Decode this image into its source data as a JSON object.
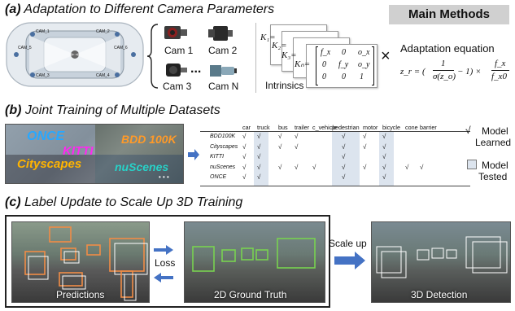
{
  "section_a": {
    "title_letter": "(a)",
    "title_text": "Adaptation to Different Camera Parameters",
    "badge": "Main Methods",
    "cams": [
      "Cam 1",
      "Cam 2",
      "Cam 3",
      "Cam N"
    ],
    "ellipsis": "...",
    "car_cam_labels": [
      "CAM_1",
      "CAM_2",
      "CAM_3",
      "CAM_4",
      "CAM_5",
      "CAM_6"
    ],
    "k_labels": [
      "K₁=",
      "K₂=",
      "K₃=",
      "Kₙ="
    ],
    "matrix": [
      [
        "f_x",
        "0",
        "o_x"
      ],
      [
        "0",
        "f_y",
        "o_y"
      ],
      [
        "0",
        "0",
        "1"
      ]
    ],
    "intrinsics_label": "Intrinsics",
    "times": "×",
    "equation_title": "Adaptation equation",
    "equation_lhs": "z_r = (",
    "equation_frac_num": "1",
    "equation_frac_den": "σ(z_o)",
    "equation_mid": "− 1) ×",
    "equation_frac2_num": "f_x",
    "equation_frac2_den": "f_x0"
  },
  "section_b": {
    "title_letter": "(b)",
    "title_text": "Joint Training of Multiple Datasets",
    "dataset_overlays": [
      {
        "text": "ONCE",
        "color": "#28a8ff"
      },
      {
        "text": "BDD 100K",
        "color": "#ff9a28"
      },
      {
        "text": "KITTI",
        "color": "#ff28f0"
      },
      {
        "text": "Cityscapes",
        "color": "#ffb400"
      },
      {
        "text": "nuScenes",
        "color": "#28d2c8"
      },
      {
        "text": "• • •",
        "color": "#ffffff"
      }
    ],
    "columns": [
      "car",
      "truck",
      "bus",
      "trailer",
      "c_vehicle",
      "pedestrian",
      "motor",
      "bicycle",
      "cone",
      "barrier"
    ],
    "rows": [
      {
        "name": "BDD100K",
        "checks": [
          1,
          1,
          1,
          1,
          0,
          1,
          1,
          1,
          0,
          0
        ]
      },
      {
        "name": "Cityscapes",
        "checks": [
          1,
          1,
          1,
          1,
          0,
          1,
          1,
          1,
          0,
          0
        ]
      },
      {
        "name": "KITTI",
        "checks": [
          1,
          1,
          0,
          0,
          0,
          1,
          0,
          1,
          0,
          0
        ]
      },
      {
        "name": "nuScenes",
        "checks": [
          1,
          1,
          1,
          1,
          1,
          1,
          1,
          1,
          1,
          1
        ]
      },
      {
        "name": "ONCE",
        "checks": [
          1,
          1,
          0,
          0,
          0,
          1,
          0,
          1,
          0,
          0
        ]
      }
    ],
    "check_mark": "√",
    "highlight_color": "#dce4ee",
    "legend_learned_mark": "√",
    "legend_learned": [
      "Model",
      "Learned"
    ],
    "legend_tested": [
      "Model",
      "Tested"
    ]
  },
  "section_c": {
    "title_letter": "(c)",
    "title_text": "Label Update to Scale Up 3D Training",
    "predictions_caption": "Predictions",
    "loss_label": "Loss",
    "gt_caption": "2D Ground Truth",
    "scale_up_label": "Scale up",
    "detection_caption": "3D Detection"
  },
  "colors": {
    "arrow_blue": "#4472c4",
    "box_orange": "#f08c46",
    "box_green": "#78d250",
    "box_white": "#ffffff"
  }
}
